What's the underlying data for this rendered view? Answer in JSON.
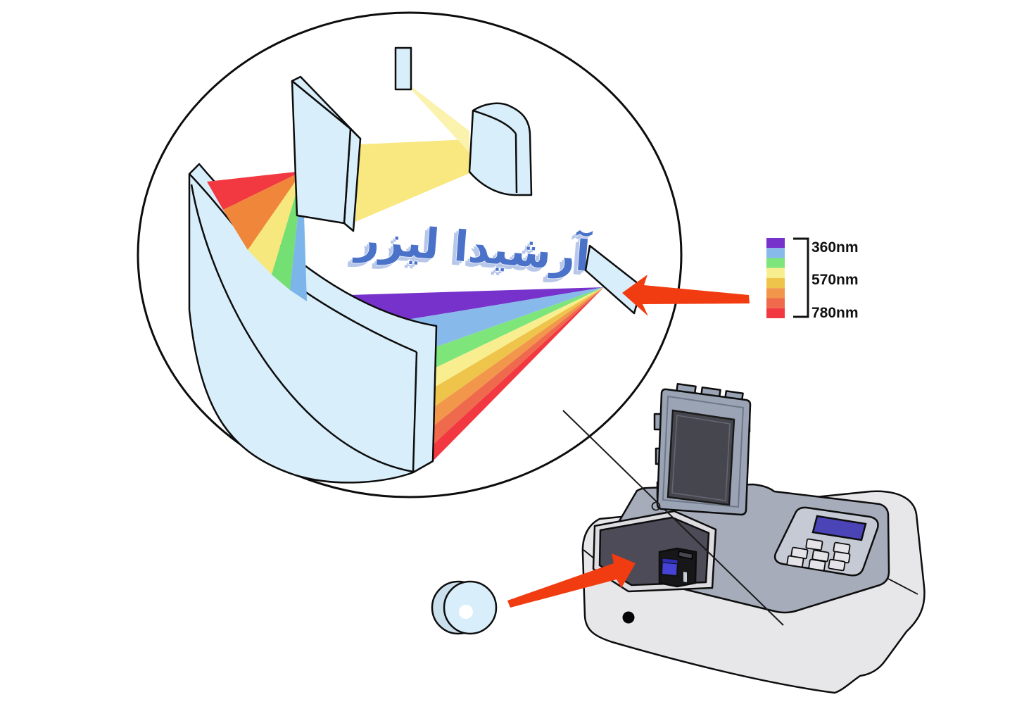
{
  "watermark": {
    "text": "آرشیدا لیزر"
  },
  "legend": {
    "labels": [
      "360nm",
      "570nm",
      "780nm"
    ],
    "colors": [
      "#7732CB",
      "#87BAEB",
      "#7EE57B",
      "#F9EE8F",
      "#EEC44A",
      "#F2964B",
      "#EF6A4D",
      "#F23840"
    ]
  },
  "fan1_colors": [
    "#F23840",
    "#F0863A",
    "#F7E87D",
    "#74DF72",
    "#7CB5EA"
  ],
  "colors": {
    "body": "#E7E7EA",
    "rim": "#DDDDE1",
    "panel": "#A7ACBB",
    "island": "#C6CAD4",
    "display": "#4B44B6",
    "button": "#E4E4E8",
    "compartment": "#4C4B57",
    "lid": "#9AA4B4",
    "window": "#46464F",
    "holder": "#17171A",
    "holder_hole": "#46464E",
    "cuvette": "#4443D6",
    "cuvette_lip": "#2F2FB8",
    "slot": "#C9CDD6",
    "arrow": "#F13B10",
    "optic": "#D9EEFB",
    "optic_back": "#CBE0ED",
    "beam_pale": "#FBF2AE",
    "beam": "#F9E77F",
    "text_blue": "#4A72C8",
    "text_shadow": "#B7C7EA"
  }
}
